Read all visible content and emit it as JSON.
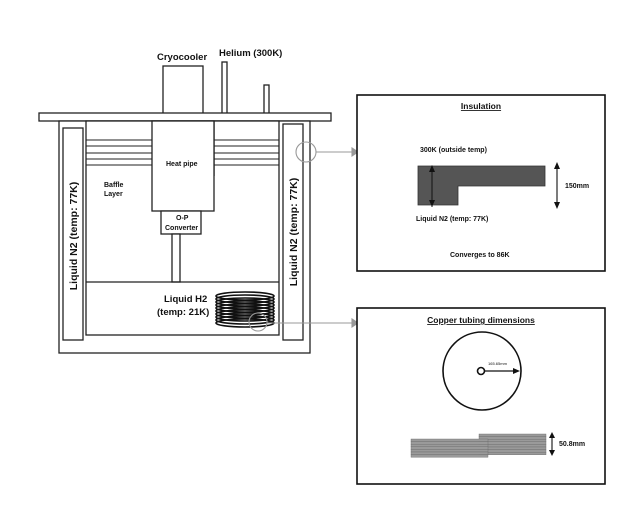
{
  "tank": {
    "cryocooler_label": "Cryocooler",
    "helium_label": "Helium (300K)",
    "heat_pipe_label": "Heat pipe",
    "baffle_label_line1": "Baffle",
    "baffle_label_line2": "Layer",
    "converter_label_line1": "O-P",
    "converter_label_line2": "Converter",
    "left_n2_label": "Liquid N2 (temp: 77K)",
    "right_n2_label": "Liquid N2 (temp: 77K)",
    "h2_label_line1": "Liquid H2",
    "h2_label_line2": "(temp: 21K)"
  },
  "insulation_panel": {
    "title": "Insulation",
    "outside_label": "300K (outside temp)",
    "inside_label": "Liquid N2 (temp: 77K)",
    "thickness_label": "150mm",
    "footer": "Converges to 86K"
  },
  "copper_panel": {
    "title": "Copper tubing dimensions",
    "radius_label": "165.65mm",
    "height_label": "50.8mm"
  },
  "colors": {
    "stroke": "#222222",
    "insulation_fill": "#555555",
    "tubing_fill": "#9a9a9a",
    "coil": "#111111",
    "pointer": "#999999"
  }
}
